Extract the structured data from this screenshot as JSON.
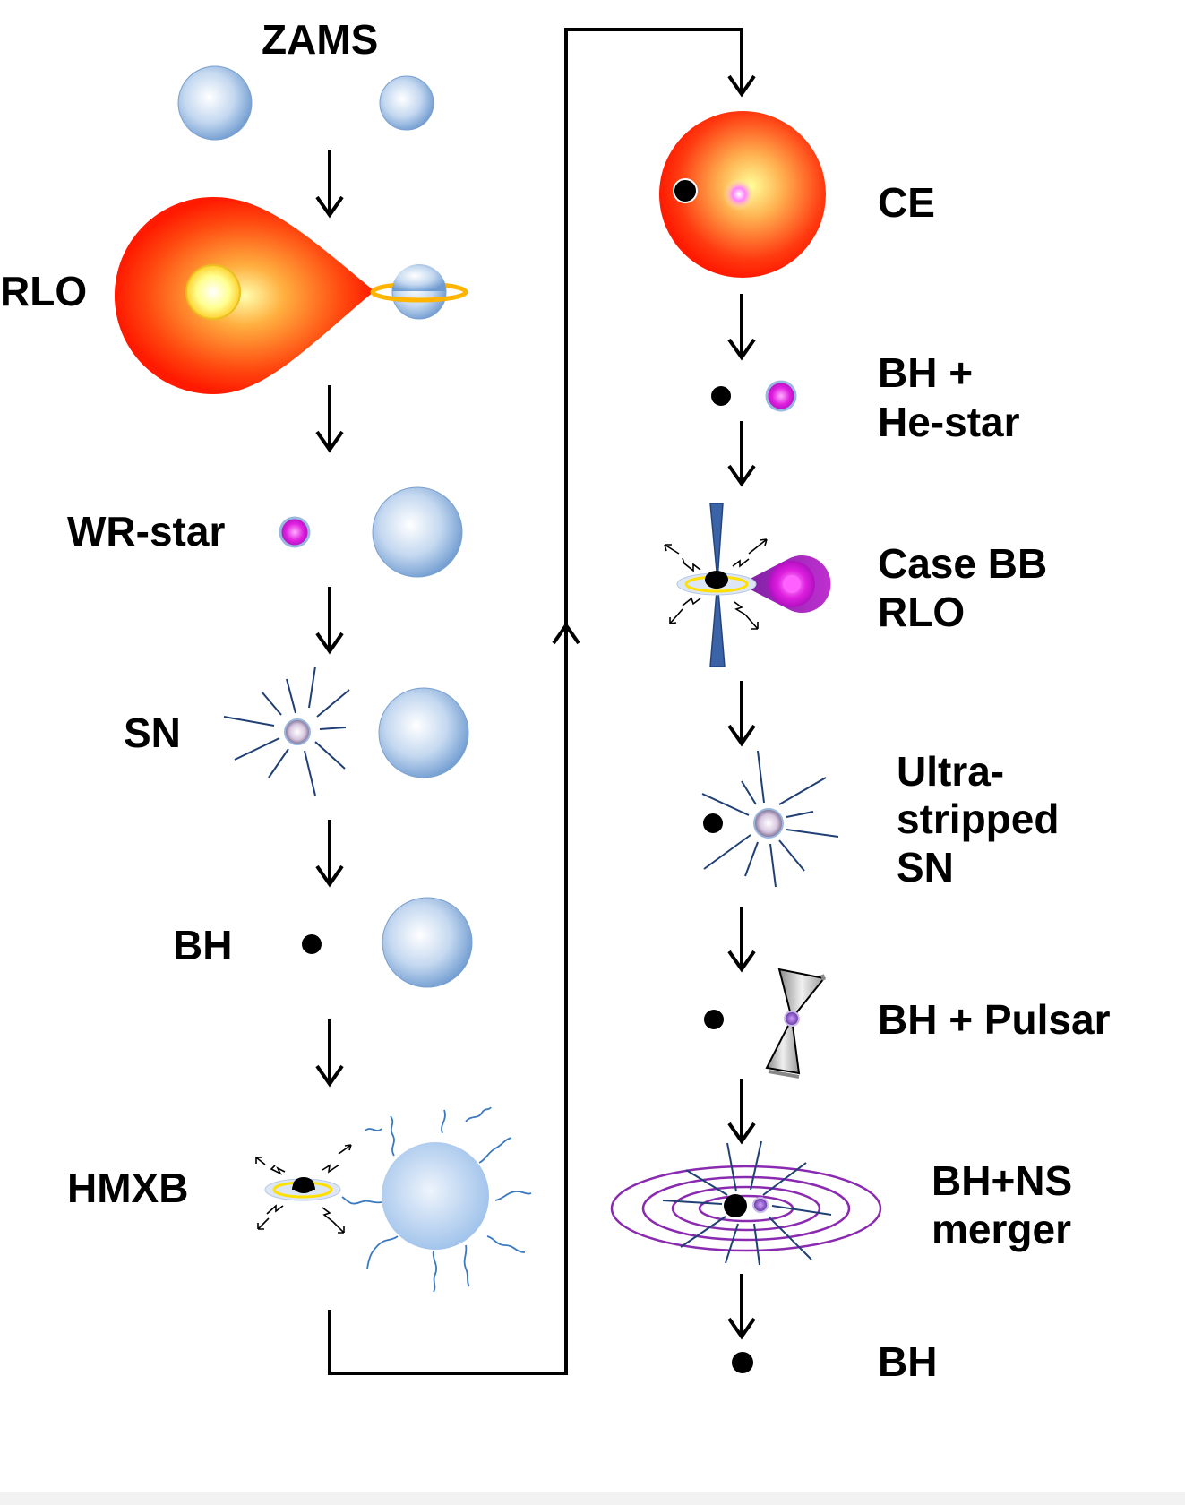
{
  "left_column": {
    "zams": "ZAMS",
    "rlo": "RLO",
    "wr_star": "WR-star",
    "sn": "SN",
    "bh": "BH",
    "hmxb": "HMXB"
  },
  "right_column": {
    "ce": "CE",
    "bh_he_line1": "BH +",
    "bh_he_line2": "He-star",
    "case_bb_line1": "Case BB",
    "case_bb_line2": "RLO",
    "ultra_line1": "Ultra-",
    "ultra_line2": "stripped",
    "ultra_line3": "SN",
    "bh_pulsar": "BH + Pulsar",
    "merger_line1": "BH+NS",
    "merger_line2": "merger",
    "final_bh": "BH"
  },
  "colors": {
    "main_sequence_star": "#9ab8de",
    "giant_outer": "#ff1a00",
    "giant_core": "#ffff80",
    "he_star": "#e020e0",
    "black_hole": "#000000",
    "accretion_disk": "#ffd21a",
    "jet": "#3a63a8",
    "ejecta_lines": "#1f3f75",
    "wind_lines": "#3a78c0",
    "gw_rings": "#8a2ab0",
    "arrows": "#000000"
  }
}
